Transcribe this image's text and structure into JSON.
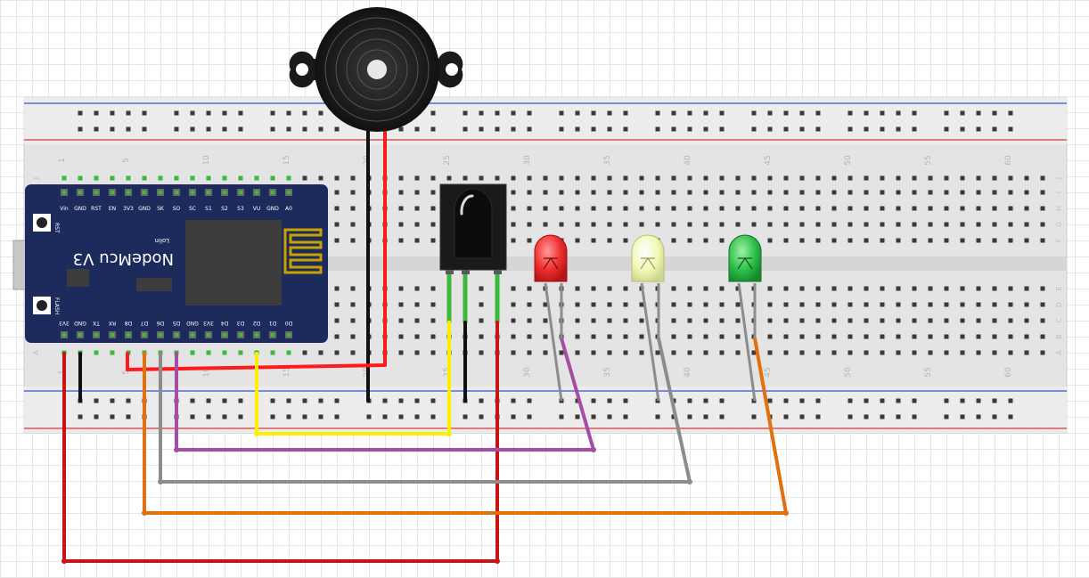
{
  "breadboard": {
    "column_numbers": [
      "1",
      "5",
      "10",
      "15",
      "20",
      "25",
      "30",
      "35",
      "40",
      "45",
      "50",
      "55",
      "60"
    ],
    "top_rows": [
      "J",
      "I",
      "H",
      "G",
      "F"
    ],
    "bottom_rows": [
      "E",
      "D",
      "C",
      "B",
      "A"
    ],
    "rail_top_color": "#3a4fd1",
    "rail_bottom_color": "#d43a3a"
  },
  "board": {
    "title": "NodeMcu V3",
    "maker": "Lolin",
    "btn_rst": "RST",
    "btn_flash": "FLASH",
    "top_pins": [
      "Vin",
      "GND",
      "RST",
      "EN",
      "3V3",
      "GND",
      "SK",
      "SO",
      "SC",
      "S1",
      "S2",
      "S3",
      "VU",
      "GND",
      "A0"
    ],
    "bottom_pins": [
      "3V3",
      "GND",
      "TX",
      "RX",
      "D8",
      "D7",
      "D6",
      "D5",
      "GND",
      "3V3",
      "D4",
      "D3",
      "D2",
      "D1",
      "D0"
    ],
    "color": "#1d2b5c"
  },
  "components": {
    "buzzer": "piezo-buzzer",
    "ir_receiver": "ir-receiver",
    "leds": [
      {
        "name": "red-led",
        "color": "#ee2c2c"
      },
      {
        "name": "yellow-led",
        "color": "#f2f8b6"
      },
      {
        "name": "green-led",
        "color": "#2cc048"
      }
    ]
  },
  "wire_colors": {
    "red": "#ff1a1a",
    "dark_red": "#c81414",
    "black": "#111111",
    "yellow": "#ffee00",
    "purple": "#a64ca6",
    "gray": "#8c8c8c",
    "orange": "#e07010",
    "green": "#3cb83c"
  }
}
